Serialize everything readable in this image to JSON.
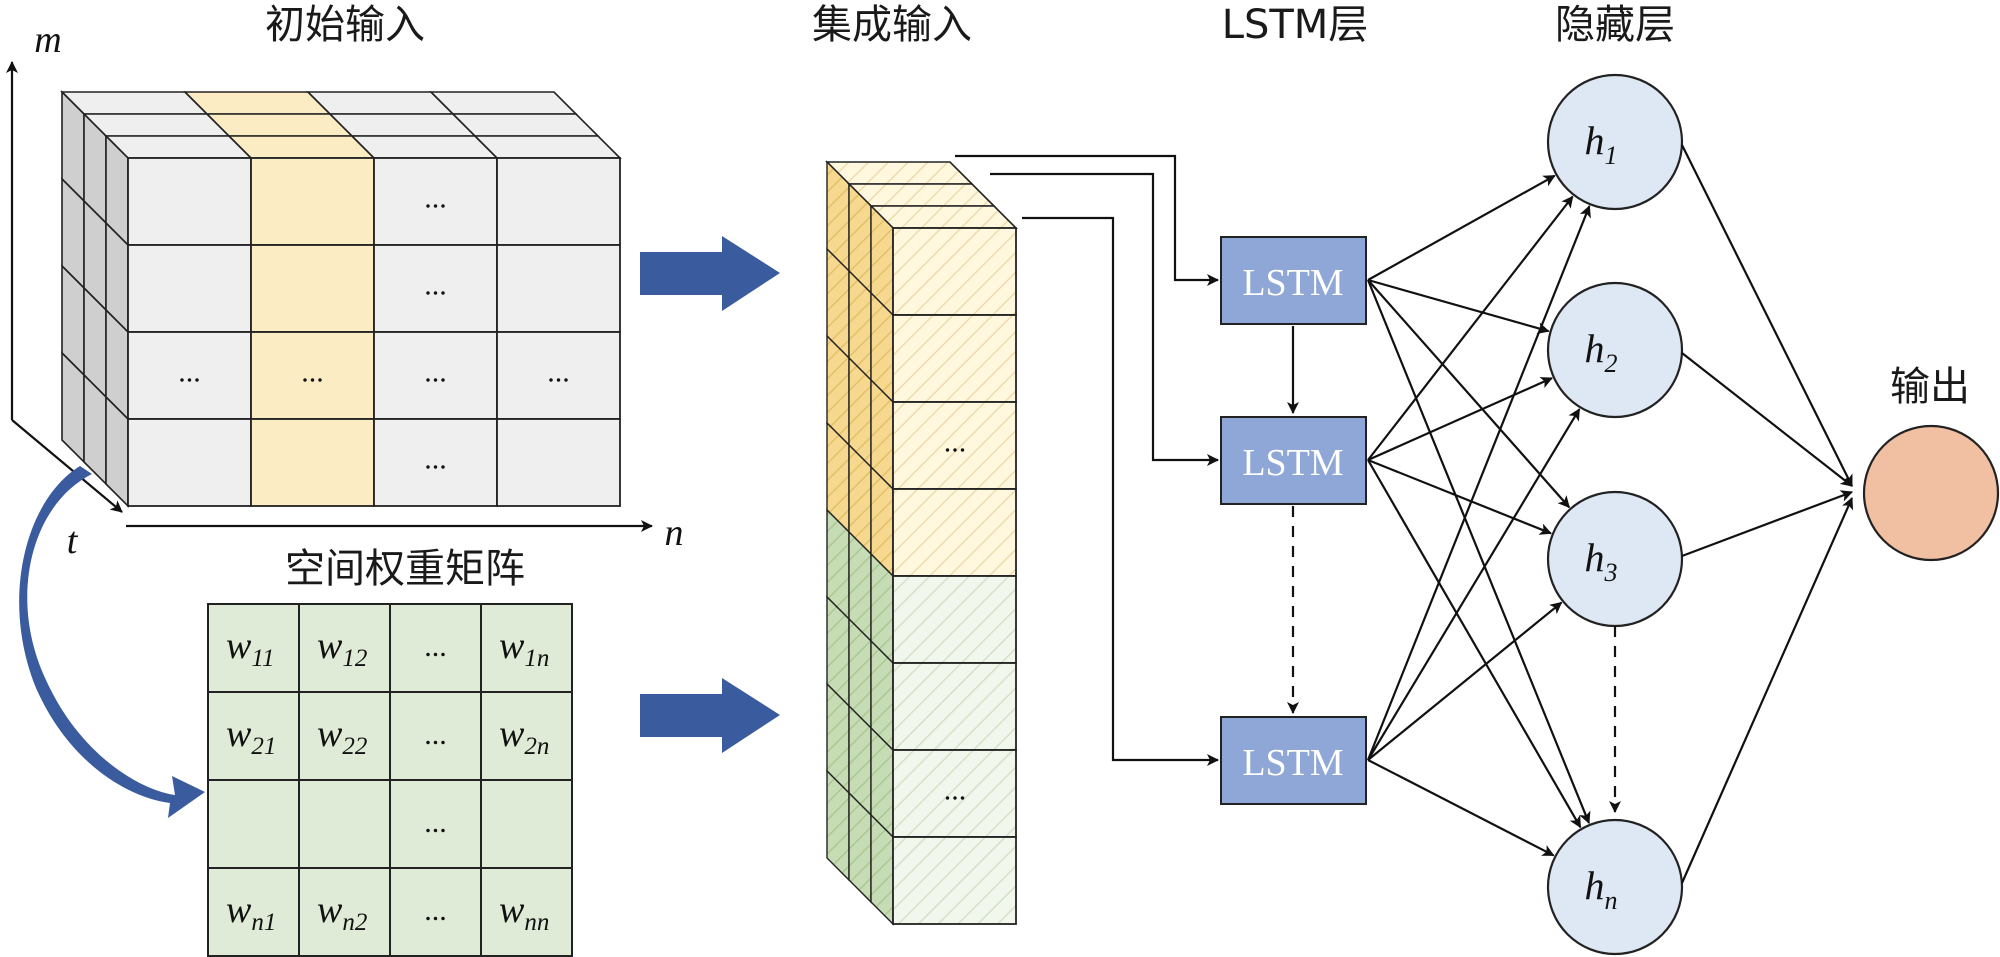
{
  "titles": {
    "initial_input": "初始输入",
    "integrated_input": "集成输入",
    "lstm_layer": "LSTM层",
    "hidden_layer": "隐藏层",
    "output": "输出",
    "spatial_matrix": "空间权重矩阵"
  },
  "axes": {
    "m": "m",
    "n": "n",
    "t": "t"
  },
  "ellipsis": "...",
  "matrix": [
    [
      {
        "b": "w",
        "s": "11"
      },
      {
        "b": "w",
        "s": "12"
      },
      {
        "e": "..."
      },
      {
        "b": "w",
        "s": "1",
        "si": "n"
      }
    ],
    [
      {
        "b": "w",
        "s": "21"
      },
      {
        "b": "w",
        "s": "22"
      },
      {
        "e": "..."
      },
      {
        "b": "w",
        "s": "2",
        "si": "n"
      }
    ],
    [
      {},
      {},
      {
        "e": "..."
      },
      {}
    ],
    [
      {
        "b": "w",
        "si": "n",
        "s": "1"
      },
      {
        "b": "w",
        "si": "n",
        "s": "2"
      },
      {
        "e": "..."
      },
      {
        "b": "w",
        "si": "nn"
      }
    ]
  ],
  "lstm": {
    "label": "LSTM"
  },
  "hidden": [
    {
      "b": "h",
      "s": "1"
    },
    {
      "b": "h",
      "s": "2"
    },
    {
      "b": "h",
      "s": "3"
    },
    {
      "b": "h",
      "si": "n"
    }
  ],
  "colors": {
    "cube_face": "#efefef",
    "cube_side": "#cfcfcf",
    "yellow": "#fbecc4",
    "green": "#dfebd6",
    "arrow_blue": "#3a5b9e",
    "lstm_fill": "#8ea7d6",
    "hidden_fill": "#dde8f4",
    "output_fill": "#f1c0a3"
  }
}
